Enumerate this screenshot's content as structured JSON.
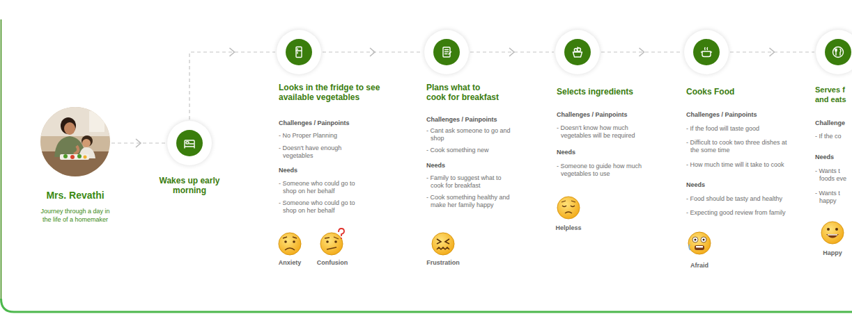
{
  "diagram": {
    "nodes": [
      {
        "text": [
          "Mrs. Revathi",
          "Journey through a day in the life of a homemaker"
        ]
      },
      {
        "text": [
          "Wakes up early morning"
        ]
      },
      {
        "text": [
          "Looks in the fridge to see available vegetables"
        ]
      },
      {
        "text": [
          "Plans what to cook for breakfast"
        ]
      },
      {
        "text": [
          "Selects ingredients"
        ]
      },
      {
        "text": [
          "Cooks Food"
        ]
      },
      {
        "text": [
          "Serves f and eats"
        ]
      }
    ],
    "edges": [
      {
        "from": 0,
        "to": 1,
        "arrow": "to"
      },
      {
        "from": 1,
        "to": 2,
        "arrow": "to"
      },
      {
        "from": 2,
        "to": 3,
        "arrow": "to"
      },
      {
        "from": 3,
        "to": 4,
        "arrow": "to"
      },
      {
        "from": 4,
        "to": 5,
        "arrow": "to"
      },
      {
        "from": 5,
        "to": 6,
        "arrow": "to"
      }
    ],
    "labels": [
      "Challenges / Painpoints",
      "- No Proper Planning",
      "- Doesn't have enough vegetables",
      "Needs",
      "- Someone who could go to shop on her behalf",
      "- Someone who could go to shop on her behalf",
      "Anxiety",
      "Confusion",
      "Challenges / Painpoints",
      "- Cant ask someone to go and shop",
      "- Cook something new",
      "Needs",
      "- Family to suggest what to cook for breakfast",
      "- Cook something healthy and make her family happy",
      "Frustration",
      "Challenges / Painpoints",
      "- Doesn't know how much vegetables will be required",
      "Needs",
      "- Someone to guide how much vegetables to use",
      "Helpless",
      "Challenges / Painpoints",
      "- If the food will taste good",
      "- Difficult to cook two three dishes at the some time",
      "- How much time will it take to cook",
      "Needs",
      "- Food should be tasty and healthy",
      "- Expecting good review from family",
      "Afraid",
      "Challenge",
      "- If the co",
      "Needs",
      "- Wants t foods eve",
      "- Wants t happy",
      "Happy"
    ]
  }
}
